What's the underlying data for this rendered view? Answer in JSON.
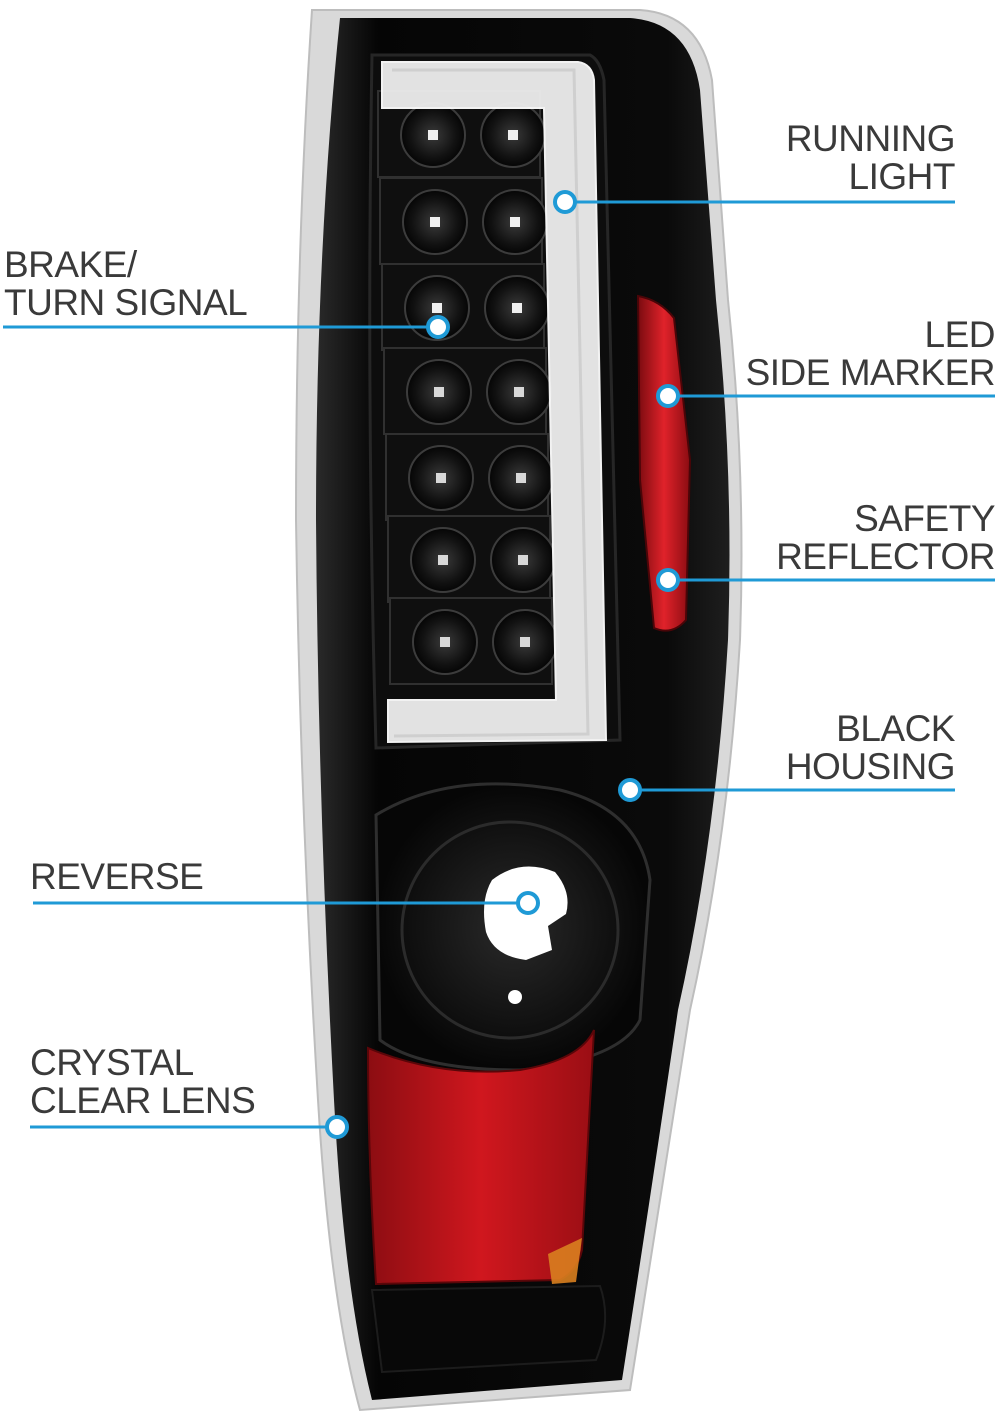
{
  "accent_color": "#1f9ad6",
  "lamp": {
    "housing_color": "#0b0b0b",
    "lens_red": "#c8161d",
    "amber": "#d9801f",
    "light_bar": "#f2f2f2"
  },
  "callouts": [
    {
      "id": "running-light",
      "lines": [
        "RUNNING",
        "LIGHT"
      ],
      "side": "right"
    },
    {
      "id": "brake-turn-signal",
      "lines": [
        "BRAKE/",
        "TURN SIGNAL"
      ],
      "side": "left"
    },
    {
      "id": "led-side-marker",
      "lines": [
        "LED",
        "SIDE MARKER"
      ],
      "side": "right"
    },
    {
      "id": "safety-reflector",
      "lines": [
        "SAFETY",
        "REFLECTOR"
      ],
      "side": "right"
    },
    {
      "id": "black-housing",
      "lines": [
        "BLACK",
        "HOUSING"
      ],
      "side": "right"
    },
    {
      "id": "reverse",
      "lines": [
        "REVERSE"
      ],
      "side": "left"
    },
    {
      "id": "crystal-clear-lens",
      "lines": [
        "CRYSTAL",
        "CLEAR LENS"
      ],
      "side": "left"
    }
  ]
}
